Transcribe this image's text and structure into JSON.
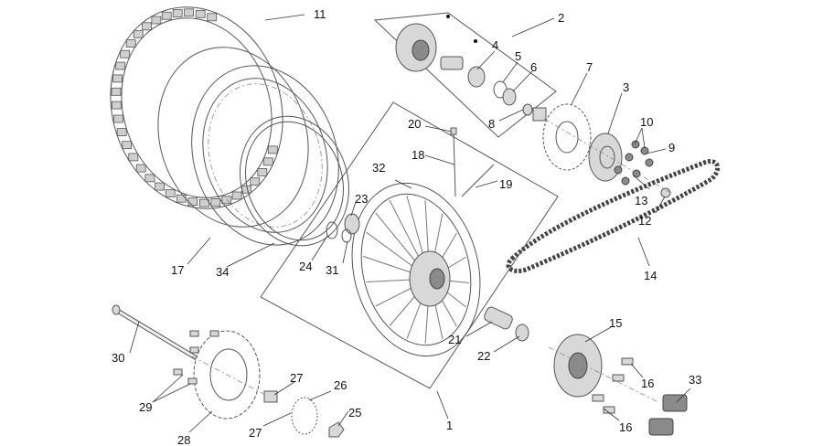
{
  "callouts": [
    {
      "id": "c1",
      "text": "1"
    },
    {
      "id": "c2",
      "text": "2"
    },
    {
      "id": "c3",
      "text": "3"
    },
    {
      "id": "c4",
      "text": "4"
    },
    {
      "id": "c5",
      "text": "5"
    },
    {
      "id": "c6",
      "text": "6"
    },
    {
      "id": "c7",
      "text": "7"
    },
    {
      "id": "c8",
      "text": "8"
    },
    {
      "id": "c9",
      "text": "9"
    },
    {
      "id": "c10",
      "text": "10"
    },
    {
      "id": "c11",
      "text": "11"
    },
    {
      "id": "c12",
      "text": "12"
    },
    {
      "id": "c13",
      "text": "13"
    },
    {
      "id": "c14",
      "text": "14"
    },
    {
      "id": "c15",
      "text": "15"
    },
    {
      "id": "c16a",
      "text": "16"
    },
    {
      "id": "c16b",
      "text": "16"
    },
    {
      "id": "c17",
      "text": "17"
    },
    {
      "id": "c18",
      "text": "18"
    },
    {
      "id": "c19",
      "text": "19"
    },
    {
      "id": "c20",
      "text": "20"
    },
    {
      "id": "c21",
      "text": "21"
    },
    {
      "id": "c22",
      "text": "22"
    },
    {
      "id": "c23",
      "text": "23"
    },
    {
      "id": "c24",
      "text": "24"
    },
    {
      "id": "c25",
      "text": "25"
    },
    {
      "id": "c26",
      "text": "26"
    },
    {
      "id": "c27a",
      "text": "27"
    },
    {
      "id": "c27b",
      "text": "27"
    },
    {
      "id": "c28",
      "text": "28"
    },
    {
      "id": "c29",
      "text": "29"
    },
    {
      "id": "c30",
      "text": "30"
    },
    {
      "id": "c31",
      "text": "31"
    },
    {
      "id": "c32",
      "text": "32"
    },
    {
      "id": "c33",
      "text": "33"
    },
    {
      "id": "c34",
      "text": "34"
    }
  ]
}
